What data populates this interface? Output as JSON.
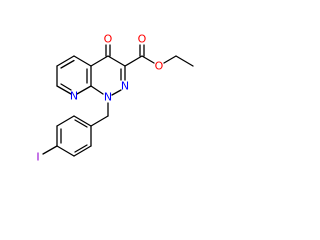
{
  "molecule": {
    "colors": {
      "bond": "#000000",
      "nitrogen": "#0000ff",
      "oxygen": "#ff0000",
      "iodine": "#9400d3"
    },
    "atoms": {
      "o_ketone": "O",
      "o_carbonyl_ester": "O",
      "o_ether_ester": "O",
      "n_pyridine": "N",
      "n1": "N",
      "n2": "N",
      "iodine": "I"
    }
  }
}
